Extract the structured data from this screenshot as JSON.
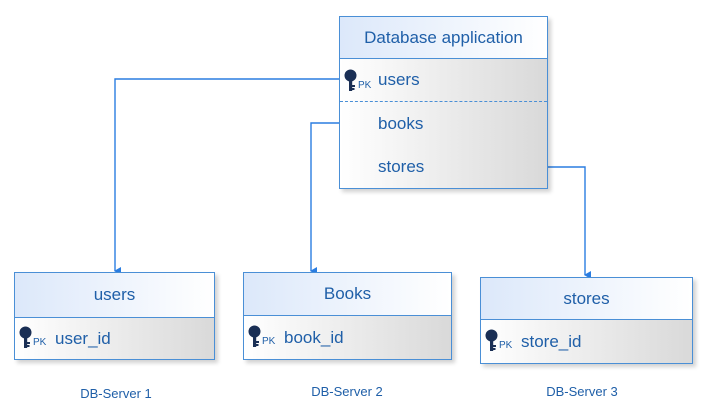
{
  "app_entity": {
    "title": "Database application",
    "rows": [
      {
        "label": "users",
        "key": "PK"
      },
      {
        "label": "books"
      },
      {
        "label": "stores"
      }
    ]
  },
  "shards": [
    {
      "title": "users",
      "field": "user_id",
      "key": "PK",
      "server": "DB-Server 1"
    },
    {
      "title": "Books",
      "field": "book_id",
      "key": "PK",
      "server": "DB-Server 2"
    },
    {
      "title": "stores",
      "field": "store_id",
      "key": "PK",
      "server": "DB-Server 3"
    }
  ],
  "colors": {
    "accent": "#1f5fa8",
    "connector": "#2a7de1",
    "border": "#4a8fd6"
  }
}
